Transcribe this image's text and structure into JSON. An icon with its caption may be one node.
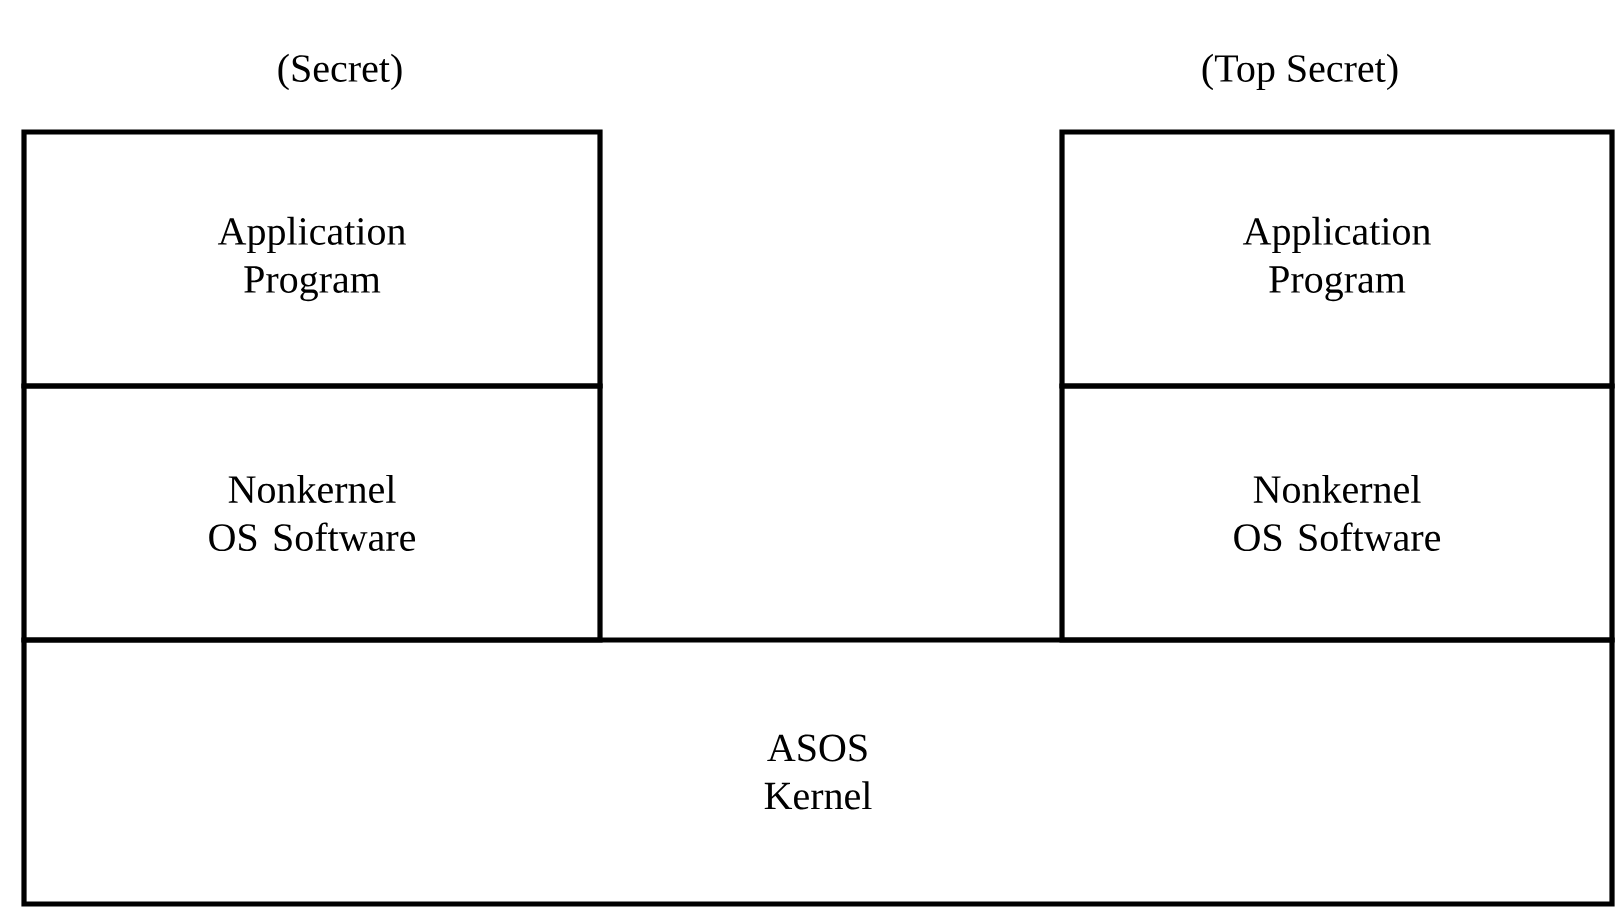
{
  "diagram": {
    "nodes": [
      {
        "text": [
          "Application Program"
        ]
      },
      {
        "text": [
          "Nonkernel OS Software"
        ]
      },
      {
        "text": [
          "Application Program"
        ]
      },
      {
        "text": [
          "Nonkernel OS Software"
        ]
      },
      {
        "text": [
          "ASOS Kernel"
        ]
      }
    ],
    "labels": [
      "(Secret)",
      "(Top Secret)"
    ]
  }
}
